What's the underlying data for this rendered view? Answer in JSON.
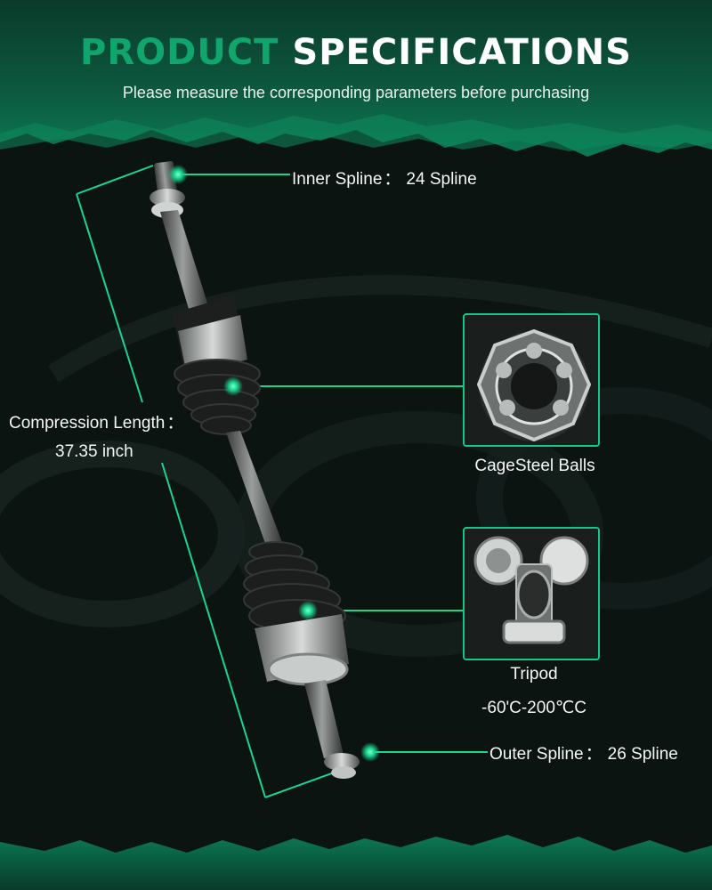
{
  "header": {
    "title_accent": "PRODUCT",
    "title_main": "SPECIFICATIONS",
    "subtitle": "Please measure the corresponding parameters before purchasing"
  },
  "colors": {
    "accent": "#0fa56d",
    "background": "#0c1412",
    "line": "#19d68f"
  },
  "callouts": {
    "inner_spline": {
      "label": "Inner Spline",
      "value": "24 Spline"
    },
    "outer_spline": {
      "label": "Outer Spline",
      "value": "26 Spline"
    },
    "compression_length": {
      "label": "Compression Length",
      "value": "37.35 inch"
    },
    "cage": {
      "label": "CageSteel Balls"
    },
    "tripod": {
      "label": "Tripod",
      "temp_range": "-60'C-200℃C"
    }
  },
  "separator": "："
}
